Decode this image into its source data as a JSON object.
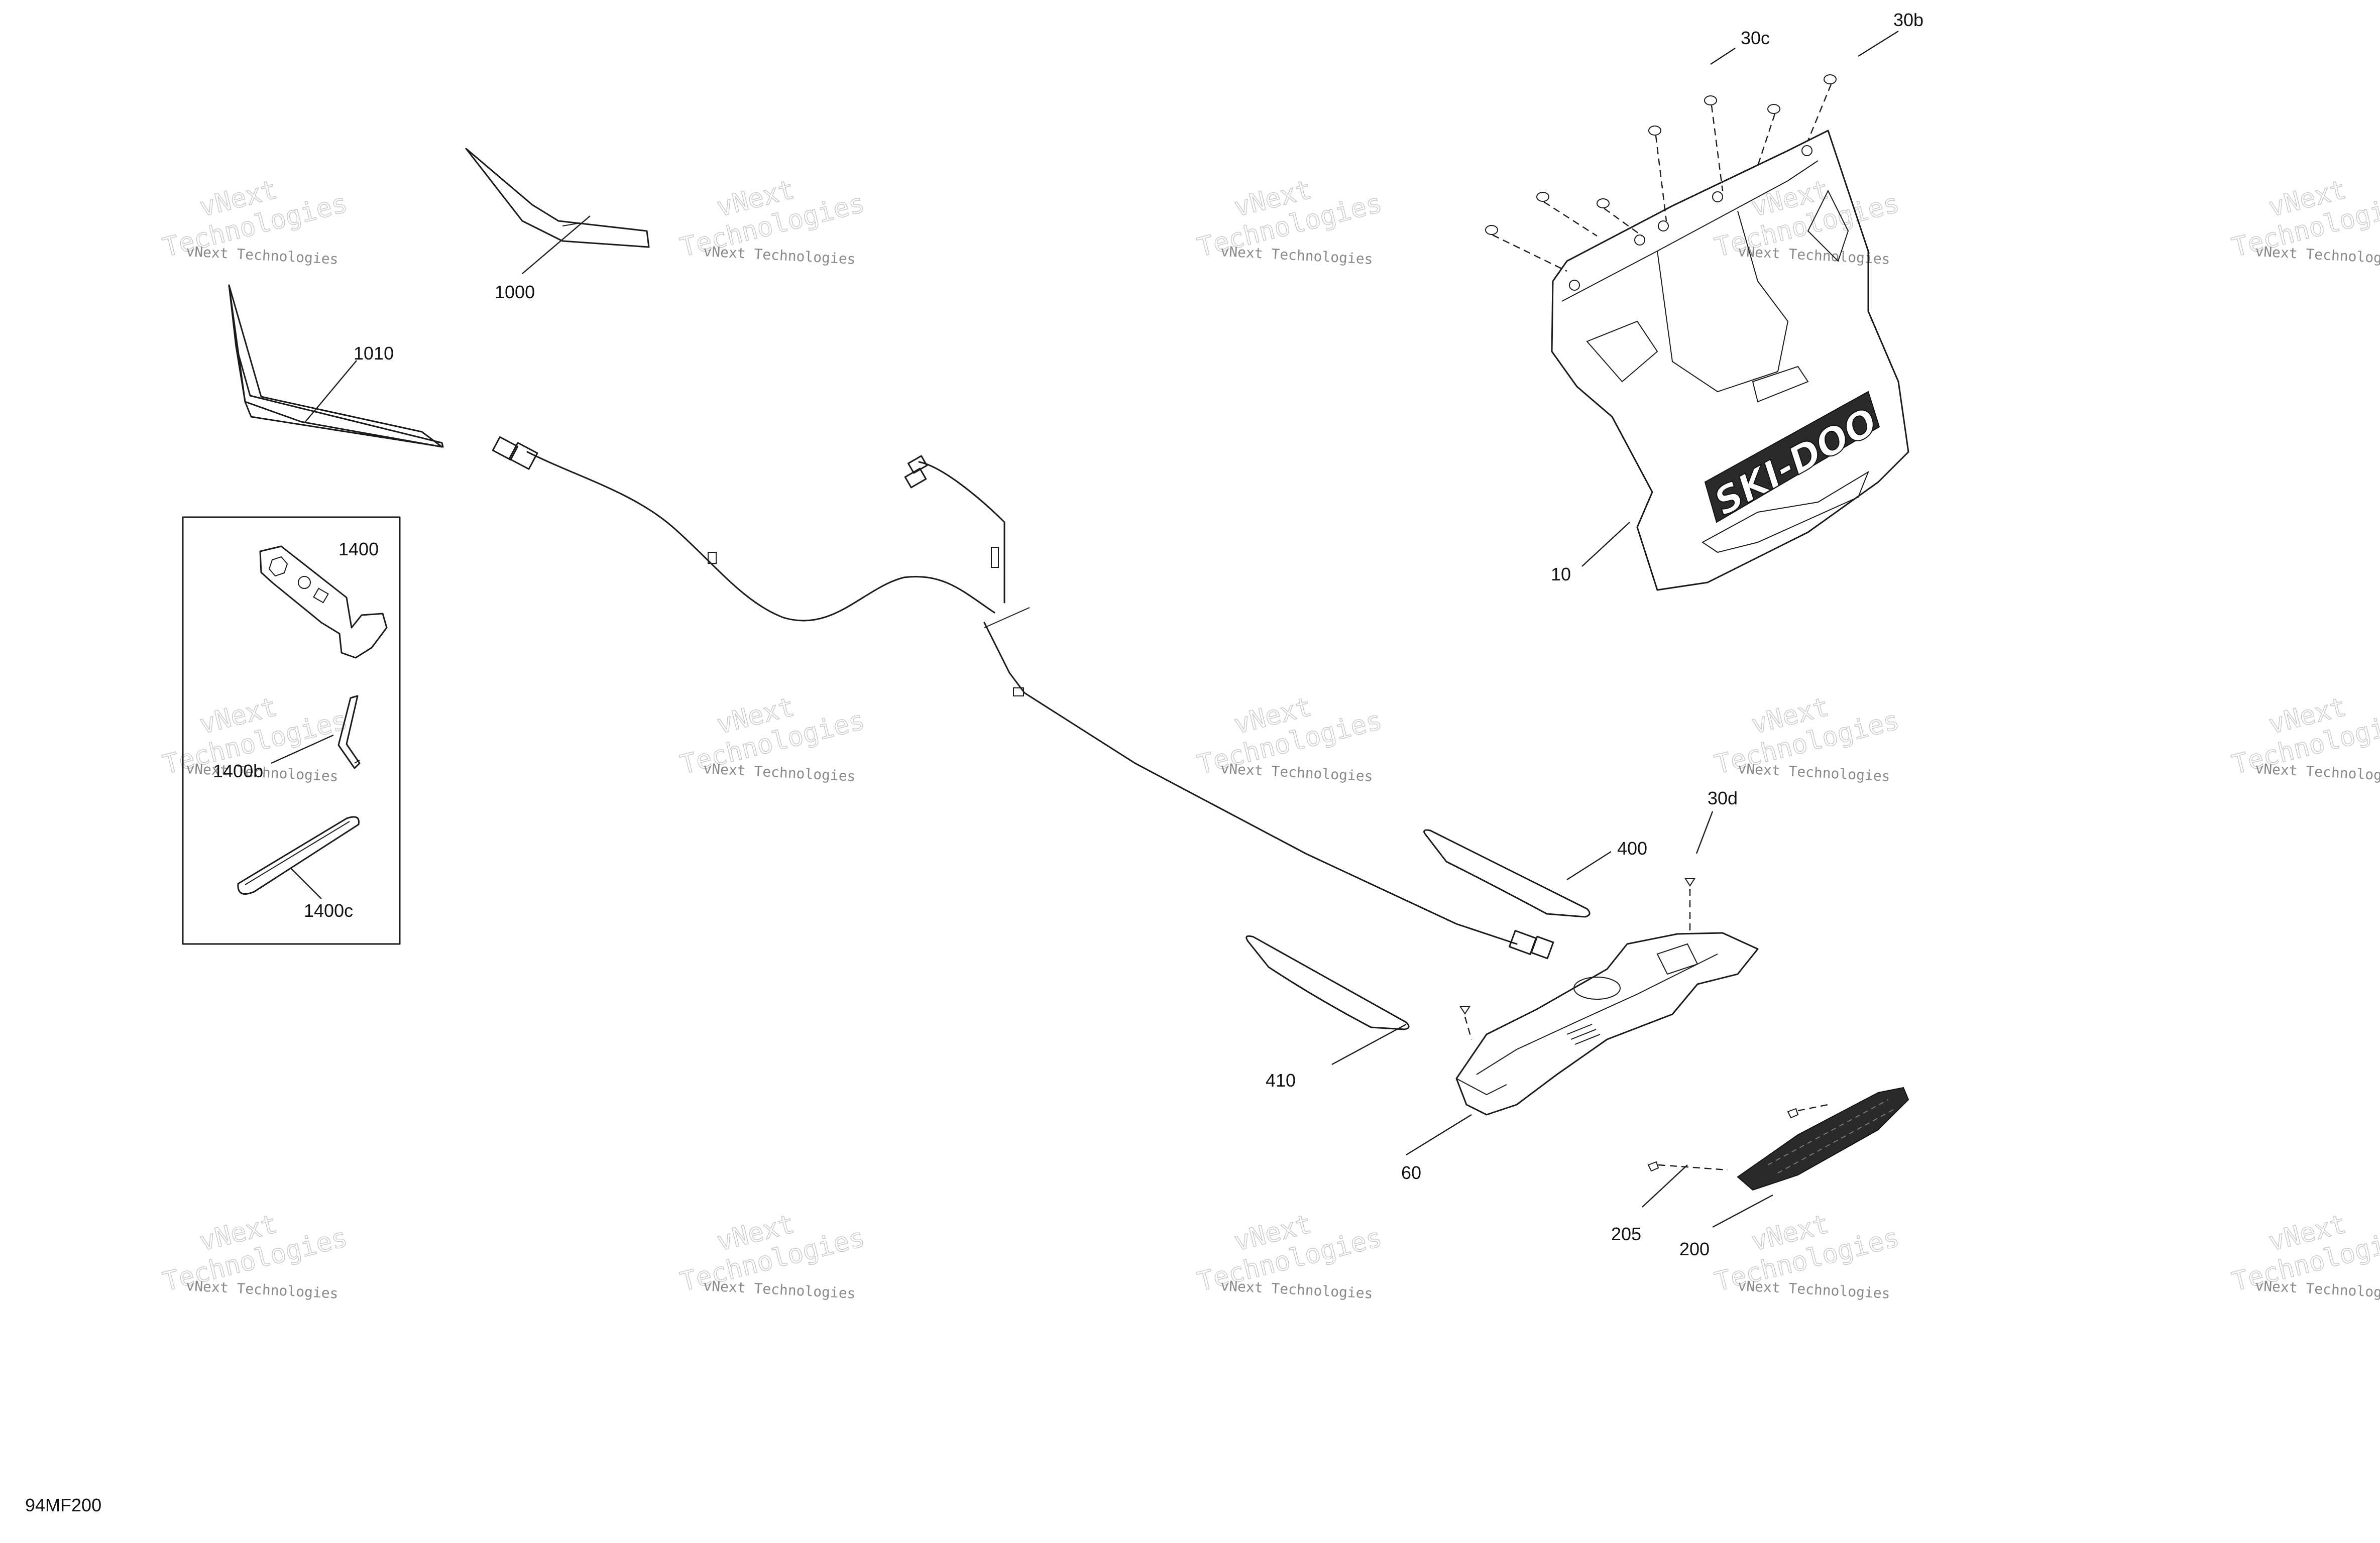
{
  "diagram": {
    "reference_code": "94MF200",
    "watermark": {
      "line1": "vNext",
      "line2": "Technologies",
      "small": "vNext Technologies"
    },
    "brand_logo_text": "SKI-DOO",
    "parts": [
      {
        "id": "p10",
        "label": "10"
      },
      {
        "id": "p30b",
        "label": "30b"
      },
      {
        "id": "p30c",
        "label": "30c"
      },
      {
        "id": "p30d",
        "label": "30d"
      },
      {
        "id": "p60",
        "label": "60"
      },
      {
        "id": "p200",
        "label": "200"
      },
      {
        "id": "p205",
        "label": "205"
      },
      {
        "id": "p400",
        "label": "400"
      },
      {
        "id": "p410",
        "label": "410"
      },
      {
        "id": "p1000",
        "label": "1000"
      },
      {
        "id": "p1010",
        "label": "1010"
      },
      {
        "id": "p1400",
        "label": "1400"
      },
      {
        "id": "p1400b",
        "label": "1400b"
      },
      {
        "id": "p1400c",
        "label": "1400c"
      }
    ]
  }
}
